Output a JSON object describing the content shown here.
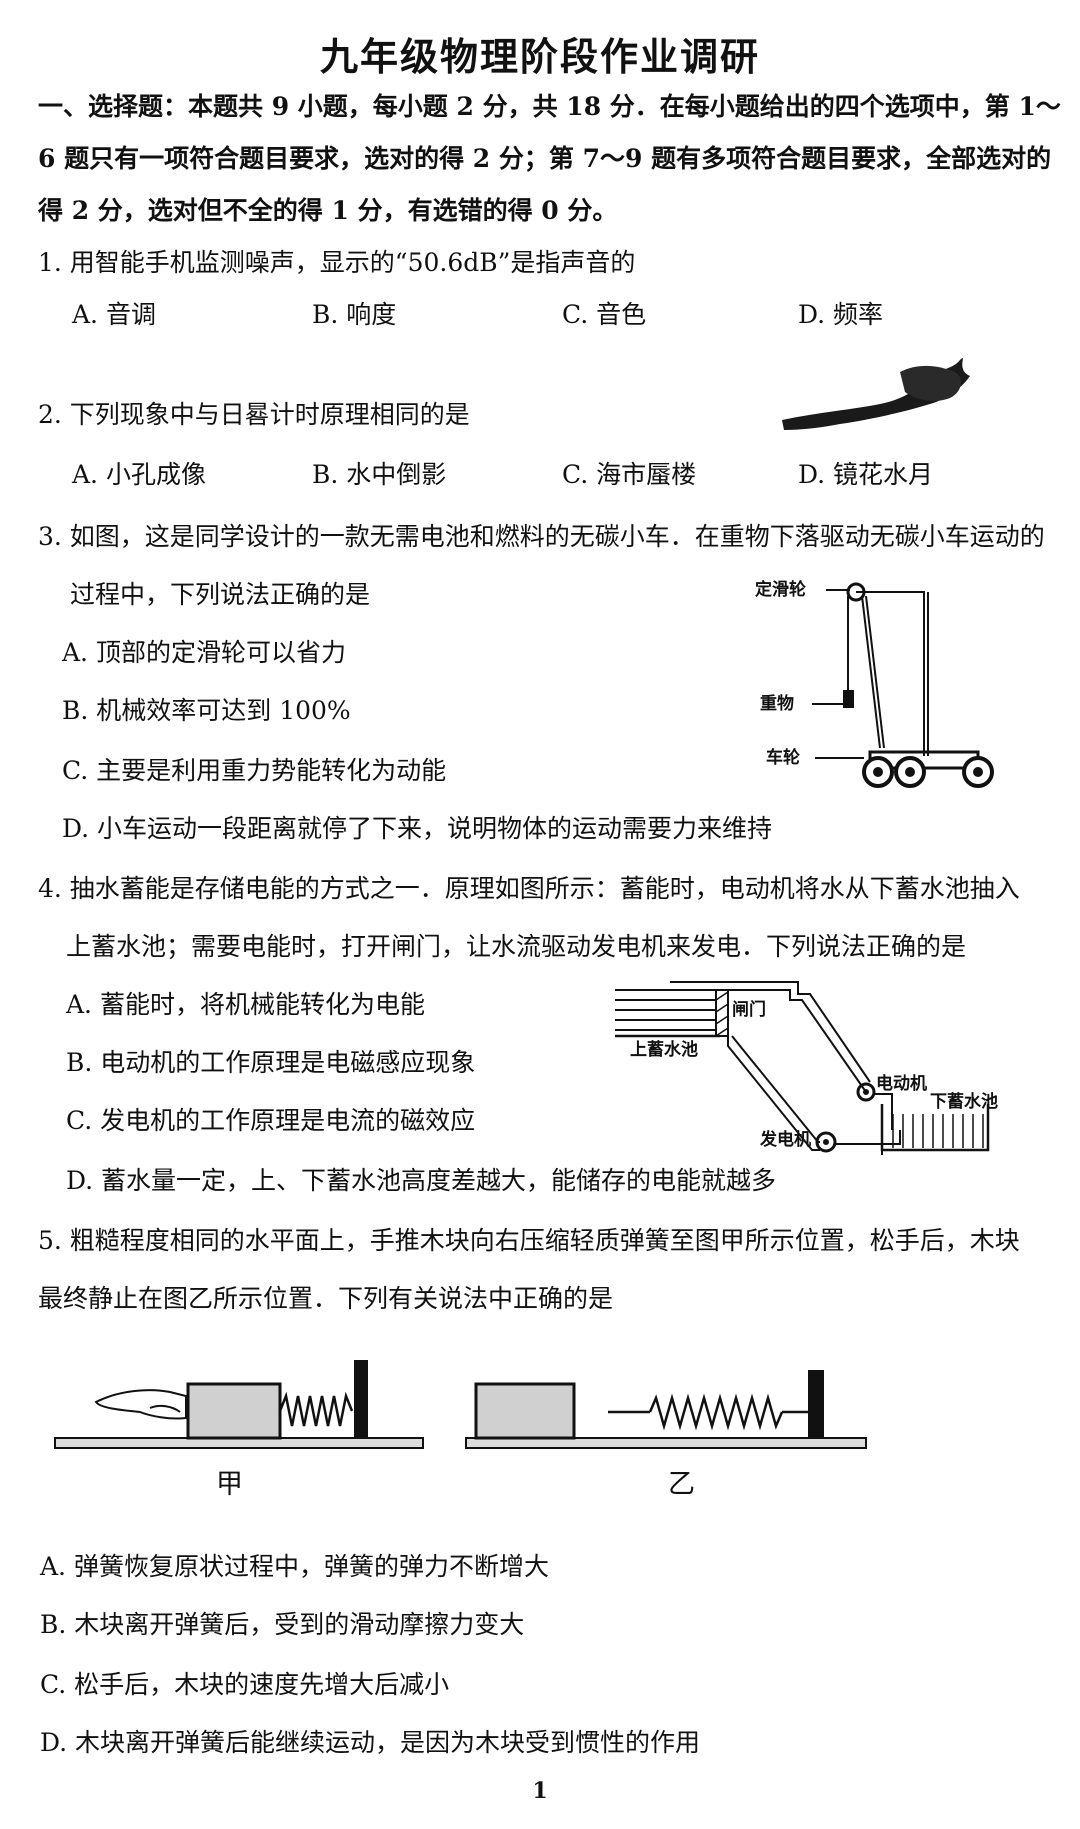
{
  "title": "九年级物理阶段作业调研",
  "section": {
    "line1": "一、选择题：本题共 9 小题，每小题 2 分，共 18 分．在每小题给出的四个选项中，第 1～",
    "line2": "6 题只有一项符合题目要求，选对的得 2 分；第 7～9 题有多项符合题目要求，全部选对的",
    "line3": "得 2 分，选对但不全的得 1 分，有选错的得 0 分。"
  },
  "q1": {
    "stem": "1. 用智能手机监测噪声，显示的“50.6dB”是指声音的",
    "a": "A. 音调",
    "b": "B. 响度",
    "c": "C. 音色",
    "d": "D. 频率"
  },
  "q2": {
    "stem": "2. 下列现象中与日晷计时原理相同的是",
    "a": "A. 小孔成像",
    "b": "B. 水中倒影",
    "c": "C. 海市蜃楼",
    "d": "D. 镜花水月"
  },
  "q3": {
    "stem1": "3. 如图，这是同学设计的一款无需电池和燃料的无碳小车．在重物下落驱动无碳小车运动的",
    "stem2": "过程中，下列说法正确的是",
    "a": "A. 顶部的定滑轮可以省力",
    "b": "B. 机械效率可达到 100%",
    "c": "C. 主要是利用重力势能转化为动能",
    "d": "D. 小车运动一段距离就停了下来，说明物体的运动需要力来维持",
    "fig": {
      "pulley": "定滑轮",
      "weight": "重物",
      "wheel": "车轮"
    }
  },
  "q4": {
    "stem1": "4. 抽水蓄能是存储电能的方式之一．原理如图所示：蓄能时，电动机将水从下蓄水池抽入",
    "stem2": "上蓄水池；需要电能时，打开闸门，让水流驱动发电机来发电．下列说法正确的是",
    "a": "A. 蓄能时，将机械能转化为电能",
    "b": "B. 电动机的工作原理是电磁感应现象",
    "c": "C. 发电机的工作原理是电流的磁效应",
    "d": "D. 蓄水量一定，上、下蓄水池高度差越大，能储存的电能就越多",
    "fig": {
      "gate": "闸门",
      "upper": "上蓄水池",
      "motor": "电动机",
      "lower": "下蓄水池",
      "generator": "发电机"
    }
  },
  "q5": {
    "stem1": "5. 粗糙程度相同的水平面上，手推木块向右压缩轻质弹簧至图甲所示位置，松手后，木块",
    "stem2": "最终静止在图乙所示位置．下列有关说法中正确的是",
    "cap_a": "甲",
    "cap_b": "乙",
    "a": "A. 弹簧恢复原状过程中，弹簧的弹力不断增大",
    "b": "B. 木块离开弹簧后，受到的滑动摩擦力变大",
    "c": "C. 松手后，木块的速度先增大后减小",
    "d": "D. 木块离开弹簧后能继续运动，是因为木块受到惯性的作用"
  },
  "page_number": "1"
}
